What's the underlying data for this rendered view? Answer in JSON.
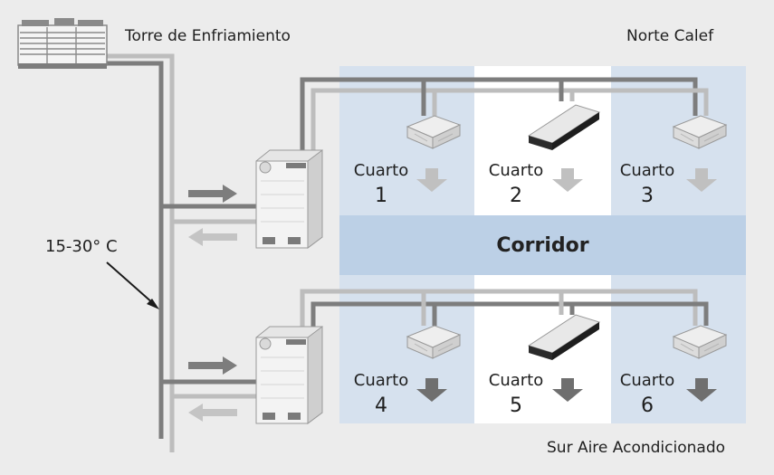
{
  "labels": {
    "tower": "Torre de Enfriamiento",
    "north": "Norte Calef",
    "south": "Sur Aire Acondicionado",
    "temperature": "15-30° C",
    "corridor": "Corridor"
  },
  "rooms": [
    {
      "word": "Cuarto",
      "number": "1"
    },
    {
      "word": "Cuarto",
      "number": "2"
    },
    {
      "word": "Cuarto",
      "number": "3"
    },
    {
      "word": "Cuarto",
      "number": "4"
    },
    {
      "word": "Cuarto",
      "number": "5"
    },
    {
      "word": "Cuarto",
      "number": "6"
    }
  ],
  "colors": {
    "background": "#ececec",
    "room_blue": "#d6e1ee",
    "room_white": "#ffffff",
    "corridor": "#bcd0e6",
    "pipe_dark": "#7d7d7d",
    "pipe_light": "#bdbdbd"
  }
}
